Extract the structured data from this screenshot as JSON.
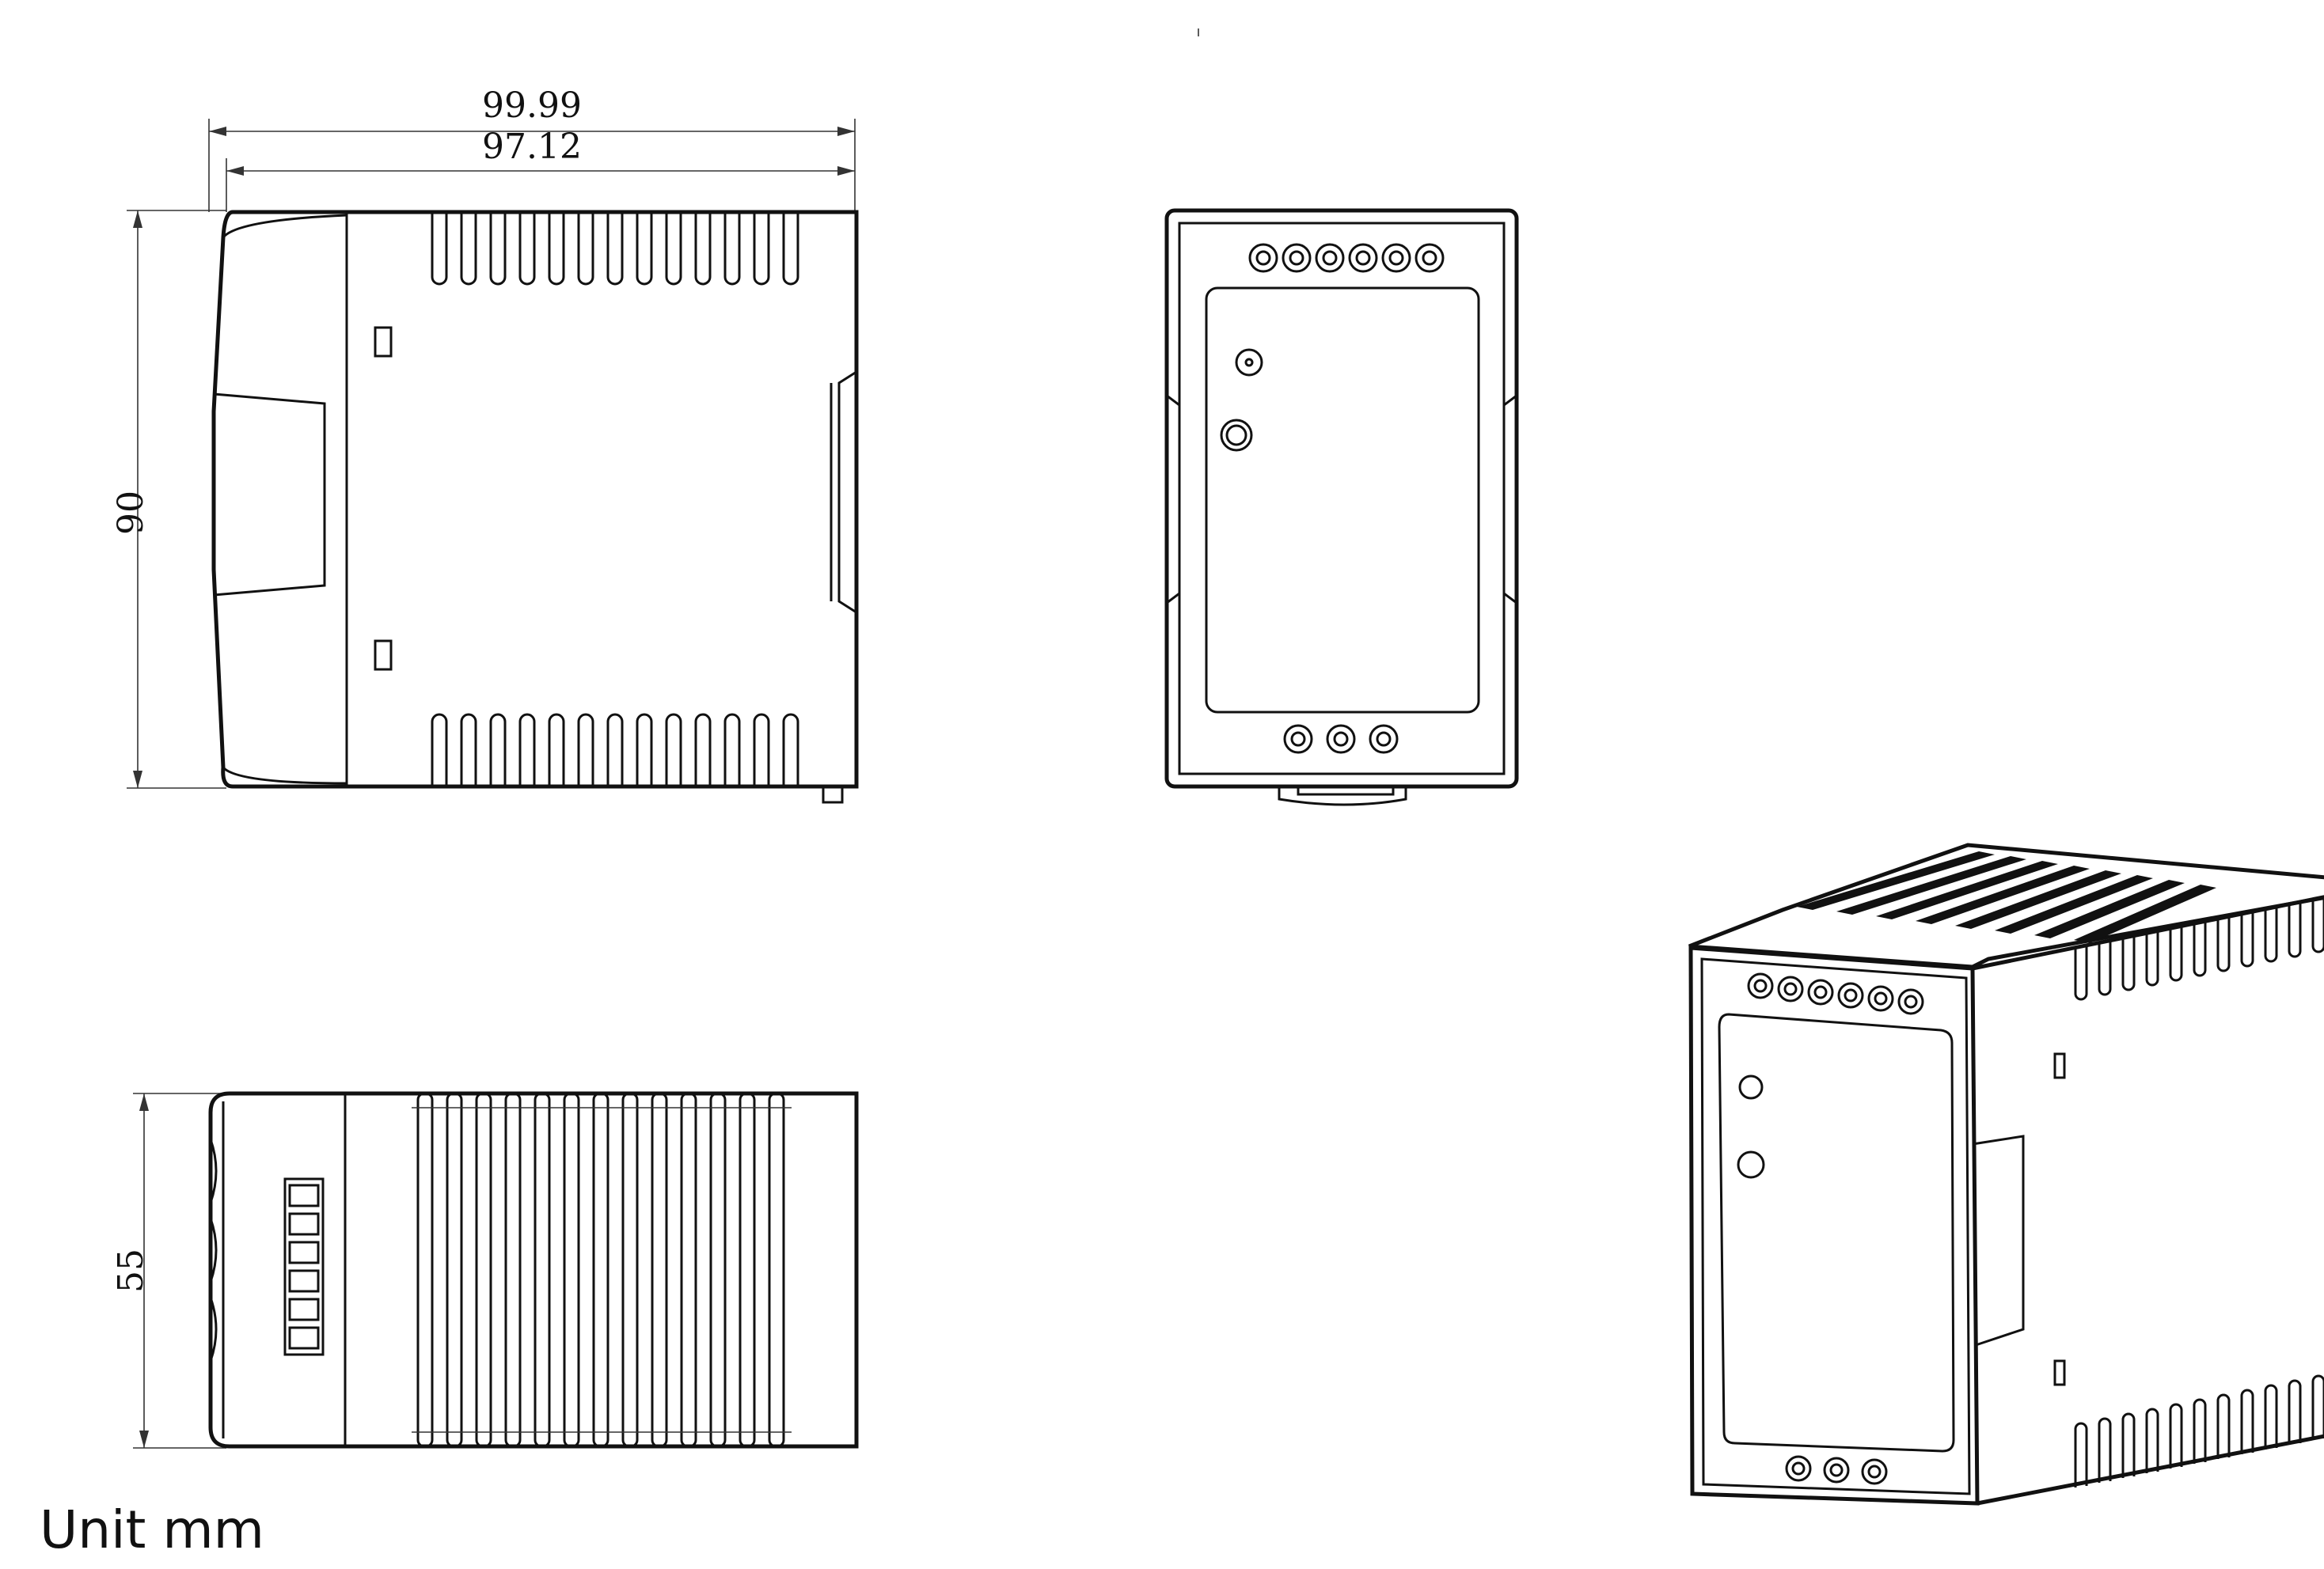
{
  "dimensions": {
    "overall_width": "99.99",
    "inner_width": "97.12",
    "height": "90",
    "depth": "55"
  },
  "unit_label": "Unit mm",
  "colors": {
    "line": "#111111",
    "background": "#ffffff"
  }
}
